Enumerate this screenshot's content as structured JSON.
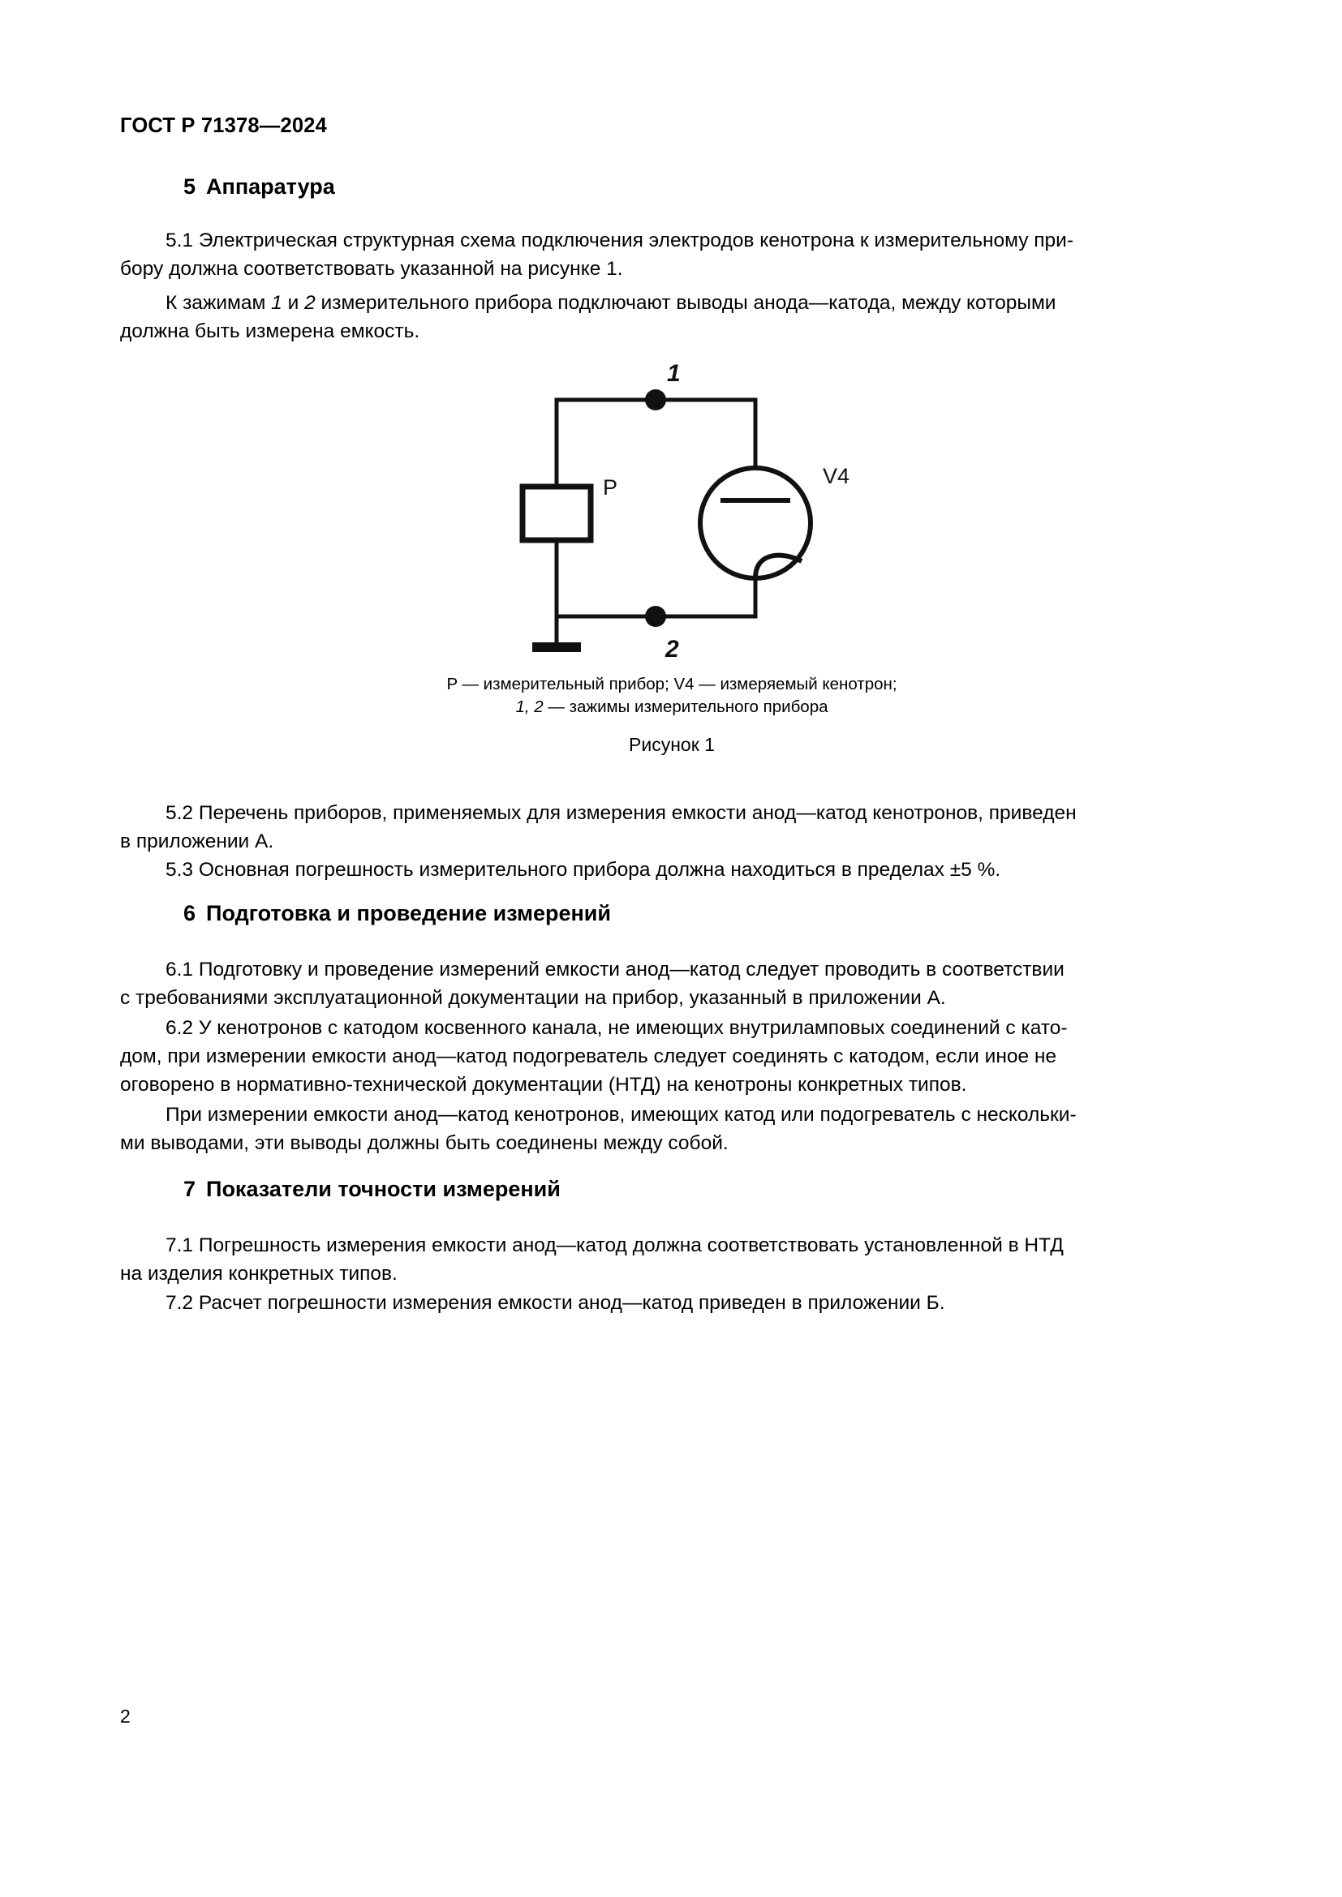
{
  "document": {
    "running_header": "ГОСТ Р 71378—2024",
    "page_number": "2"
  },
  "sections": [
    {
      "number": "5",
      "title": "Аппаратура"
    },
    {
      "number": "6",
      "title": "Подготовка и проведение измерений"
    },
    {
      "number": "7",
      "title": "Показатели точности измерений"
    }
  ],
  "paragraphs": {
    "p5_1": "5.1  Электрическая структурная схема подключения электродов кенотрона к измерительному при­бору должна соответствовать указанной на рисунке 1.",
    "p5_1_a": "5.1  Электрическая структурная схема подключения электродов кенотрона к измерительному при-",
    "p5_1_b": "бору должна соответствовать указанной на рисунке 1.",
    "p5_terminals_a_pre": "К зажимам ",
    "p5_terminals_a_i1": "1",
    "p5_terminals_a_mid": " и ",
    "p5_terminals_a_i2": "2",
    "p5_terminals_a_post": " измерительного прибора подключают выводы анода—катода, между которыми",
    "p5_terminals_b": "должна быть измерена емкость.",
    "p5_2_a": "5.2  Перечень приборов, применяемых для измерения емкости анод—катод кенотронов, приведен",
    "p5_2_b": "в приложении А.",
    "p5_3": "5.3  Основная погрешность измерительного прибора должна находиться в пределах ±5 %.",
    "p6_1_a": "6.1  Подготовку и проведение измерений емкости анод—катод следует проводить в соответствии",
    "p6_1_b": "с требованиями эксплуатационной документации на прибор, указанный в приложении А.",
    "p6_2_a": "6.2  У кенотронов с катодом косвенного канала, не имеющих внутриламповых соединений с като-",
    "p6_2_b": "дом, при измерении емкости анод—катод подогреватель следует соединять с катодом, если иное не",
    "p6_2_c": "оговорено в нормативно-технической документации (НТД) на кенотроны конкретных типов.",
    "p6_3_a": "При измерении емкости анод—катод кенотронов, имеющих катод или подогреватель с нескольки-",
    "p6_3_b": "ми выводами, эти выводы должны быть соединены между собой.",
    "p7_1_a": "7.1  Погрешность измерения емкости анод—катод должна соответствовать установленной в НТД",
    "p7_1_b": "на изделия конкретных типов.",
    "p7_2": "7.2  Расчет погрешности измерения емкости анод—катод приведен в приложении Б."
  },
  "figure": {
    "caption": "Рисунок 1",
    "legend_line1": "P — измерительный прибор; V4 — измеряемый кенотрон;",
    "legend_line2_nums": "1, 2",
    "legend_line2_rest": " — зажимы измерительного прибора",
    "labels": {
      "terminal_1": "1",
      "terminal_2": "2",
      "instrument": "P",
      "tube": "V4"
    },
    "stroke_color": "#000000"
  }
}
